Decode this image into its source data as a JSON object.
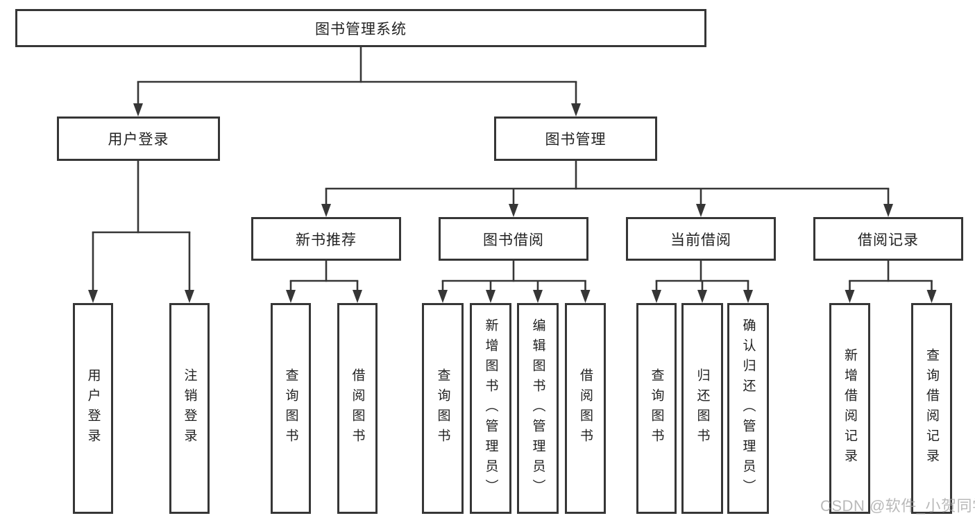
{
  "diagram_title": "图书管理系统",
  "tree": {
    "label": "图书管理系统",
    "children": [
      {
        "label": "用户登录",
        "children": [
          {
            "label": "用户登录"
          },
          {
            "label": "注销登录"
          }
        ]
      },
      {
        "label": "图书管理",
        "children": [
          {
            "label": "新书推荐",
            "children": [
              {
                "label": "查询图书"
              },
              {
                "label": "借阅图书"
              }
            ]
          },
          {
            "label": "图书借阅",
            "children": [
              {
                "label": "查询图书"
              },
              {
                "label": "新增图书（管理员）"
              },
              {
                "label": "编辑图书（管理员）"
              },
              {
                "label": "借阅图书"
              }
            ]
          },
          {
            "label": "当前借阅",
            "children": [
              {
                "label": "查询图书"
              },
              {
                "label": "归还图书"
              },
              {
                "label": "确认归还（管理员）"
              }
            ]
          },
          {
            "label": "借阅记录",
            "children": [
              {
                "label": "新增借阅记录"
              },
              {
                "label": "查询借阅记录"
              }
            ]
          }
        ]
      }
    ]
  },
  "watermark": {
    "text": "CSDN @软件_小贺同学"
  },
  "colors": {
    "line": "#363636",
    "box_border": "#363636",
    "box_fill": "#ffffff",
    "text": "#222222",
    "watermark": "#9e9e9e",
    "background": "#ffffff"
  }
}
